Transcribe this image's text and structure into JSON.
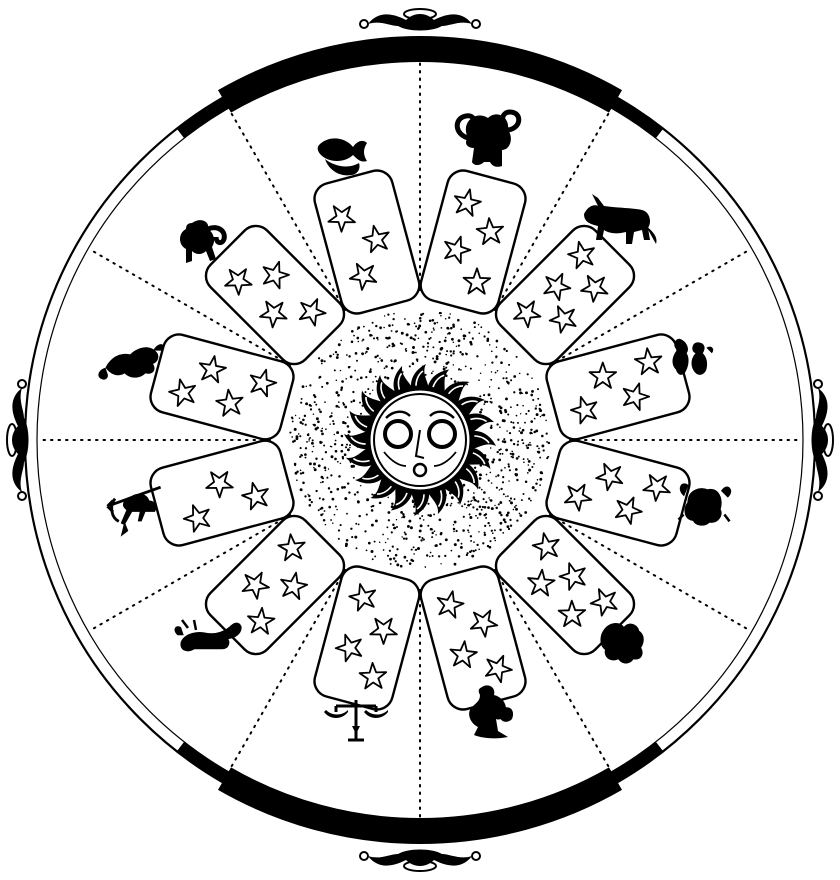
{
  "illustration": {
    "sectors": 12,
    "card_stars": [
      3,
      4,
      5,
      4,
      4,
      5,
      4,
      4,
      4,
      3,
      4,
      4
    ],
    "zodiac_signs": [
      {
        "sign": "aries",
        "icon": "ram-icon"
      },
      {
        "sign": "taurus",
        "icon": "bull-icon"
      },
      {
        "sign": "gemini",
        "icon": "twins-icon"
      },
      {
        "sign": "cancer",
        "icon": "crab-icon"
      },
      {
        "sign": "leo",
        "icon": "lion-icon"
      },
      {
        "sign": "virgo",
        "icon": "maiden-icon"
      },
      {
        "sign": "libra",
        "icon": "scales-icon"
      },
      {
        "sign": "scorpio",
        "icon": "scorpion-icon"
      },
      {
        "sign": "sagittarius",
        "icon": "archer-icon"
      },
      {
        "sign": "capricorn",
        "icon": "goat-icon"
      },
      {
        "sign": "aquarius",
        "icon": "water-bearer-icon"
      },
      {
        "sign": "pisces",
        "icon": "fish-icon"
      }
    ],
    "colors": {
      "ink": "#000000",
      "paper": "#ffffff"
    }
  }
}
